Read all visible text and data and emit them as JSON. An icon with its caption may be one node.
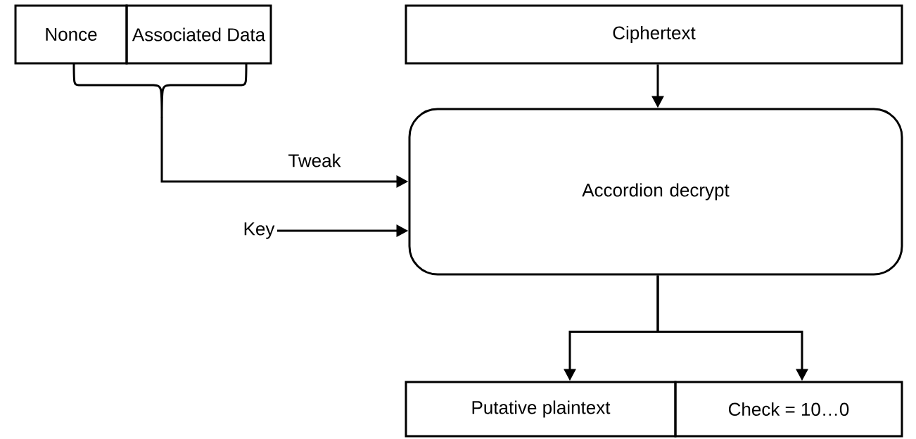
{
  "diagram": {
    "nodes": [
      {
        "text": [
          "Nonce"
        ]
      },
      {
        "text": [
          "Associated Data"
        ]
      },
      {
        "text": [],
        "shape": "brace"
      },
      {
        "text": [
          "Ciphertext"
        ]
      },
      {
        "text": [
          "Key"
        ]
      },
      {
        "text": [
          "Accordion decrypt"
        ]
      },
      {
        "text": [
          "Putative plaintext"
        ]
      },
      {
        "text": [
          "Check = 10…0"
        ]
      }
    ],
    "edges": [
      {
        "from": 3,
        "to": 5,
        "arrow": "to"
      },
      {
        "from": 2,
        "to": 5,
        "arrow": "to",
        "label": "Tweak"
      },
      {
        "from": 4,
        "to": 5,
        "arrow": "to"
      },
      {
        "from": 5,
        "to": 6,
        "arrow": "to"
      },
      {
        "from": 5,
        "to": 7,
        "arrow": "to"
      }
    ]
  }
}
